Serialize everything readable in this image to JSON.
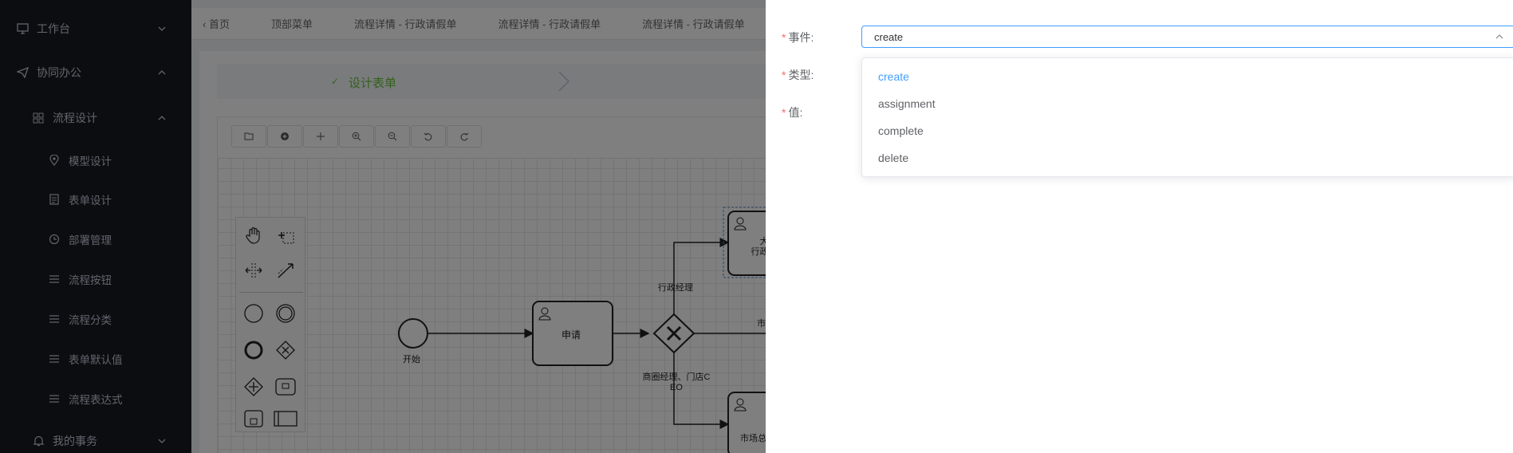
{
  "sidebar": {
    "items": [
      {
        "label": "工作台",
        "icon": "monitor-icon",
        "level": 0,
        "expanded": false
      },
      {
        "label": "协同办公",
        "icon": "send-icon",
        "level": 0,
        "expanded": true
      },
      {
        "label": "流程设计",
        "icon": "grid-icon",
        "level": 1,
        "expanded": true
      },
      {
        "label": "模型设计",
        "icon": "location-icon",
        "level": 2
      },
      {
        "label": "表单设计",
        "icon": "document-icon",
        "level": 2
      },
      {
        "label": "部署管理",
        "icon": "clock-icon",
        "level": 2
      },
      {
        "label": "流程按钮",
        "icon": "list-icon",
        "level": 2
      },
      {
        "label": "流程分类",
        "icon": "list-icon",
        "level": 2
      },
      {
        "label": "表单默认值",
        "icon": "list-icon",
        "level": 2
      },
      {
        "label": "流程表达式",
        "icon": "list-icon",
        "level": 2
      },
      {
        "label": "我的事务",
        "icon": "bell-icon",
        "level": 1,
        "expanded": false
      }
    ]
  },
  "tabs": [
    "首页",
    "顶部菜单",
    "流程详情 - 行政请假单",
    "流程详情 - 行政请假单",
    "流程详情 - 行政请假单"
  ],
  "steps": {
    "current": "设计表单"
  },
  "diagram": {
    "start_label": "开始",
    "apply_label": "申请",
    "gateway_top_label": "行政经理",
    "gateway_bottom_label": "商圈经理、门店C\nEO",
    "right_top_label": "大\n行政经",
    "right_mid_label": "市",
    "right_bottom_label": "市场总"
  },
  "drawer": {
    "event_label": "事件:",
    "type_label": "类型:",
    "value_label": "值:",
    "event_value": "create",
    "options": [
      "create",
      "assignment",
      "complete",
      "delete"
    ],
    "selected_option": "create",
    "accent_color": "#409eff",
    "required_color": "#f56c6c"
  }
}
